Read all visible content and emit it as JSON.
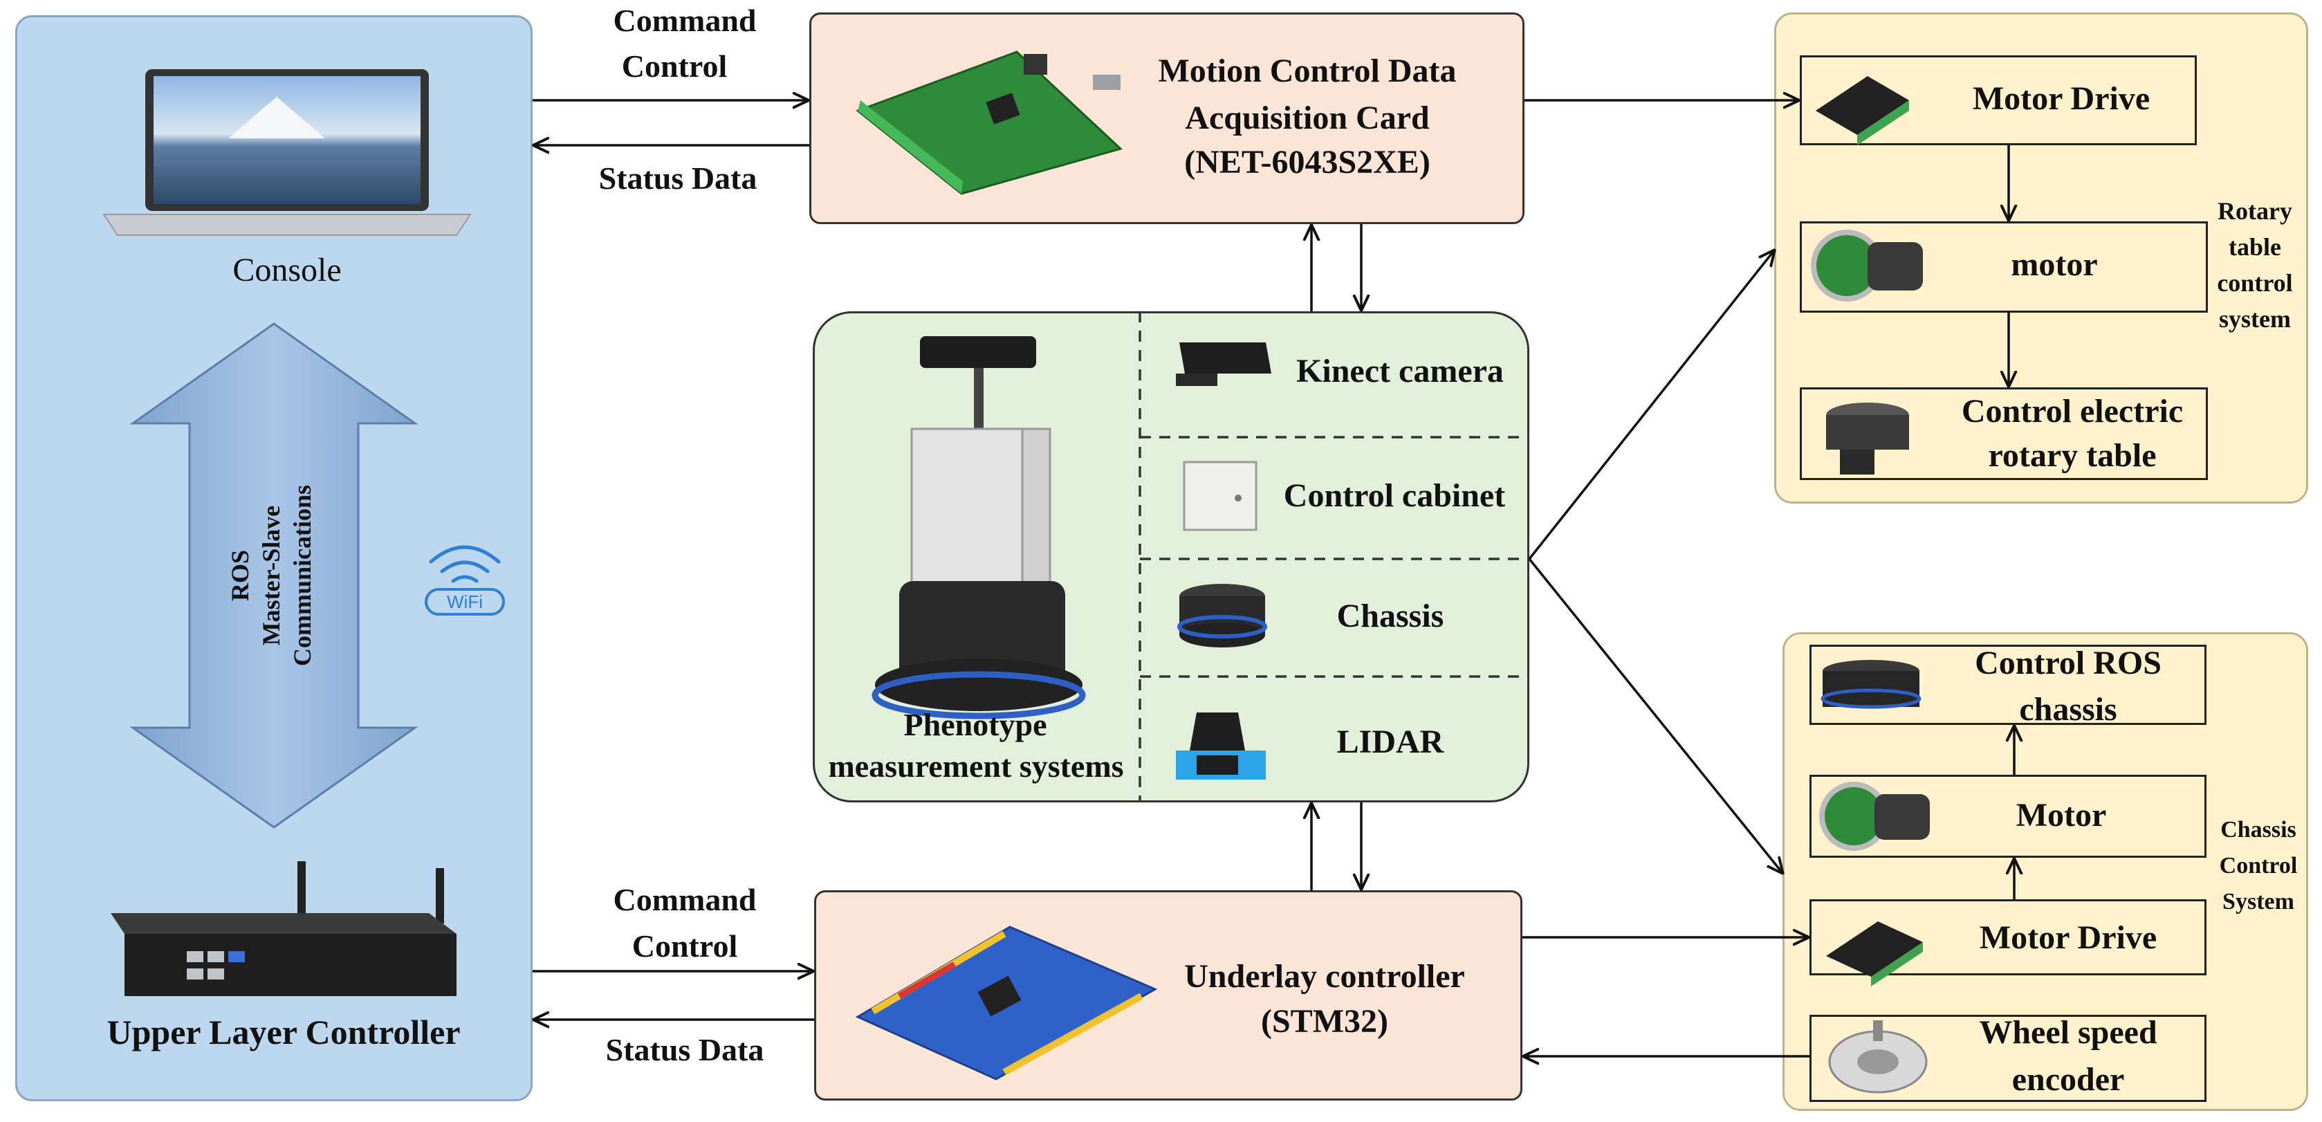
{
  "console": {
    "label": "Console"
  },
  "upper_controller": {
    "label": "Upper Layer Controller"
  },
  "ros_arrow": {
    "line1": "ROS",
    "line2": "Master-Slave",
    "line3": "Communications"
  },
  "wifi": {
    "label": "WiFi"
  },
  "top_link": {
    "command_line1": "Command",
    "command_line2": "Control",
    "status": "Status Data"
  },
  "bottom_link": {
    "command_line1": "Command",
    "command_line2": "Control",
    "status": "Status Data"
  },
  "motion_card": {
    "line1": "Motion Control Data",
    "line2": "Acquisition Card",
    "line3": "(NET-6043S2XE)"
  },
  "underlay": {
    "line1": "Underlay controller",
    "line2": "(STM32)"
  },
  "phenotype": {
    "line1": "Phenotype",
    "line2": "measurement systems",
    "items": [
      "Kinect camera",
      "Control cabinet",
      "Chassis",
      "LIDAR"
    ]
  },
  "rotary_system": {
    "title_lines": [
      "Rotary",
      "table",
      "control",
      "system"
    ],
    "motor_drive": "Motor Drive",
    "motor": "motor",
    "table_line1": "Control electric",
    "table_line2": "rotary table"
  },
  "chassis_system": {
    "title_lines": [
      "Chassis",
      "Control",
      "System"
    ],
    "ros_line1": "Control ROS",
    "ros_line2": "chassis",
    "motor": "Motor",
    "motor_drive": "Motor Drive",
    "encoder_line1": "Wheel speed",
    "encoder_line2": "encoder"
  }
}
